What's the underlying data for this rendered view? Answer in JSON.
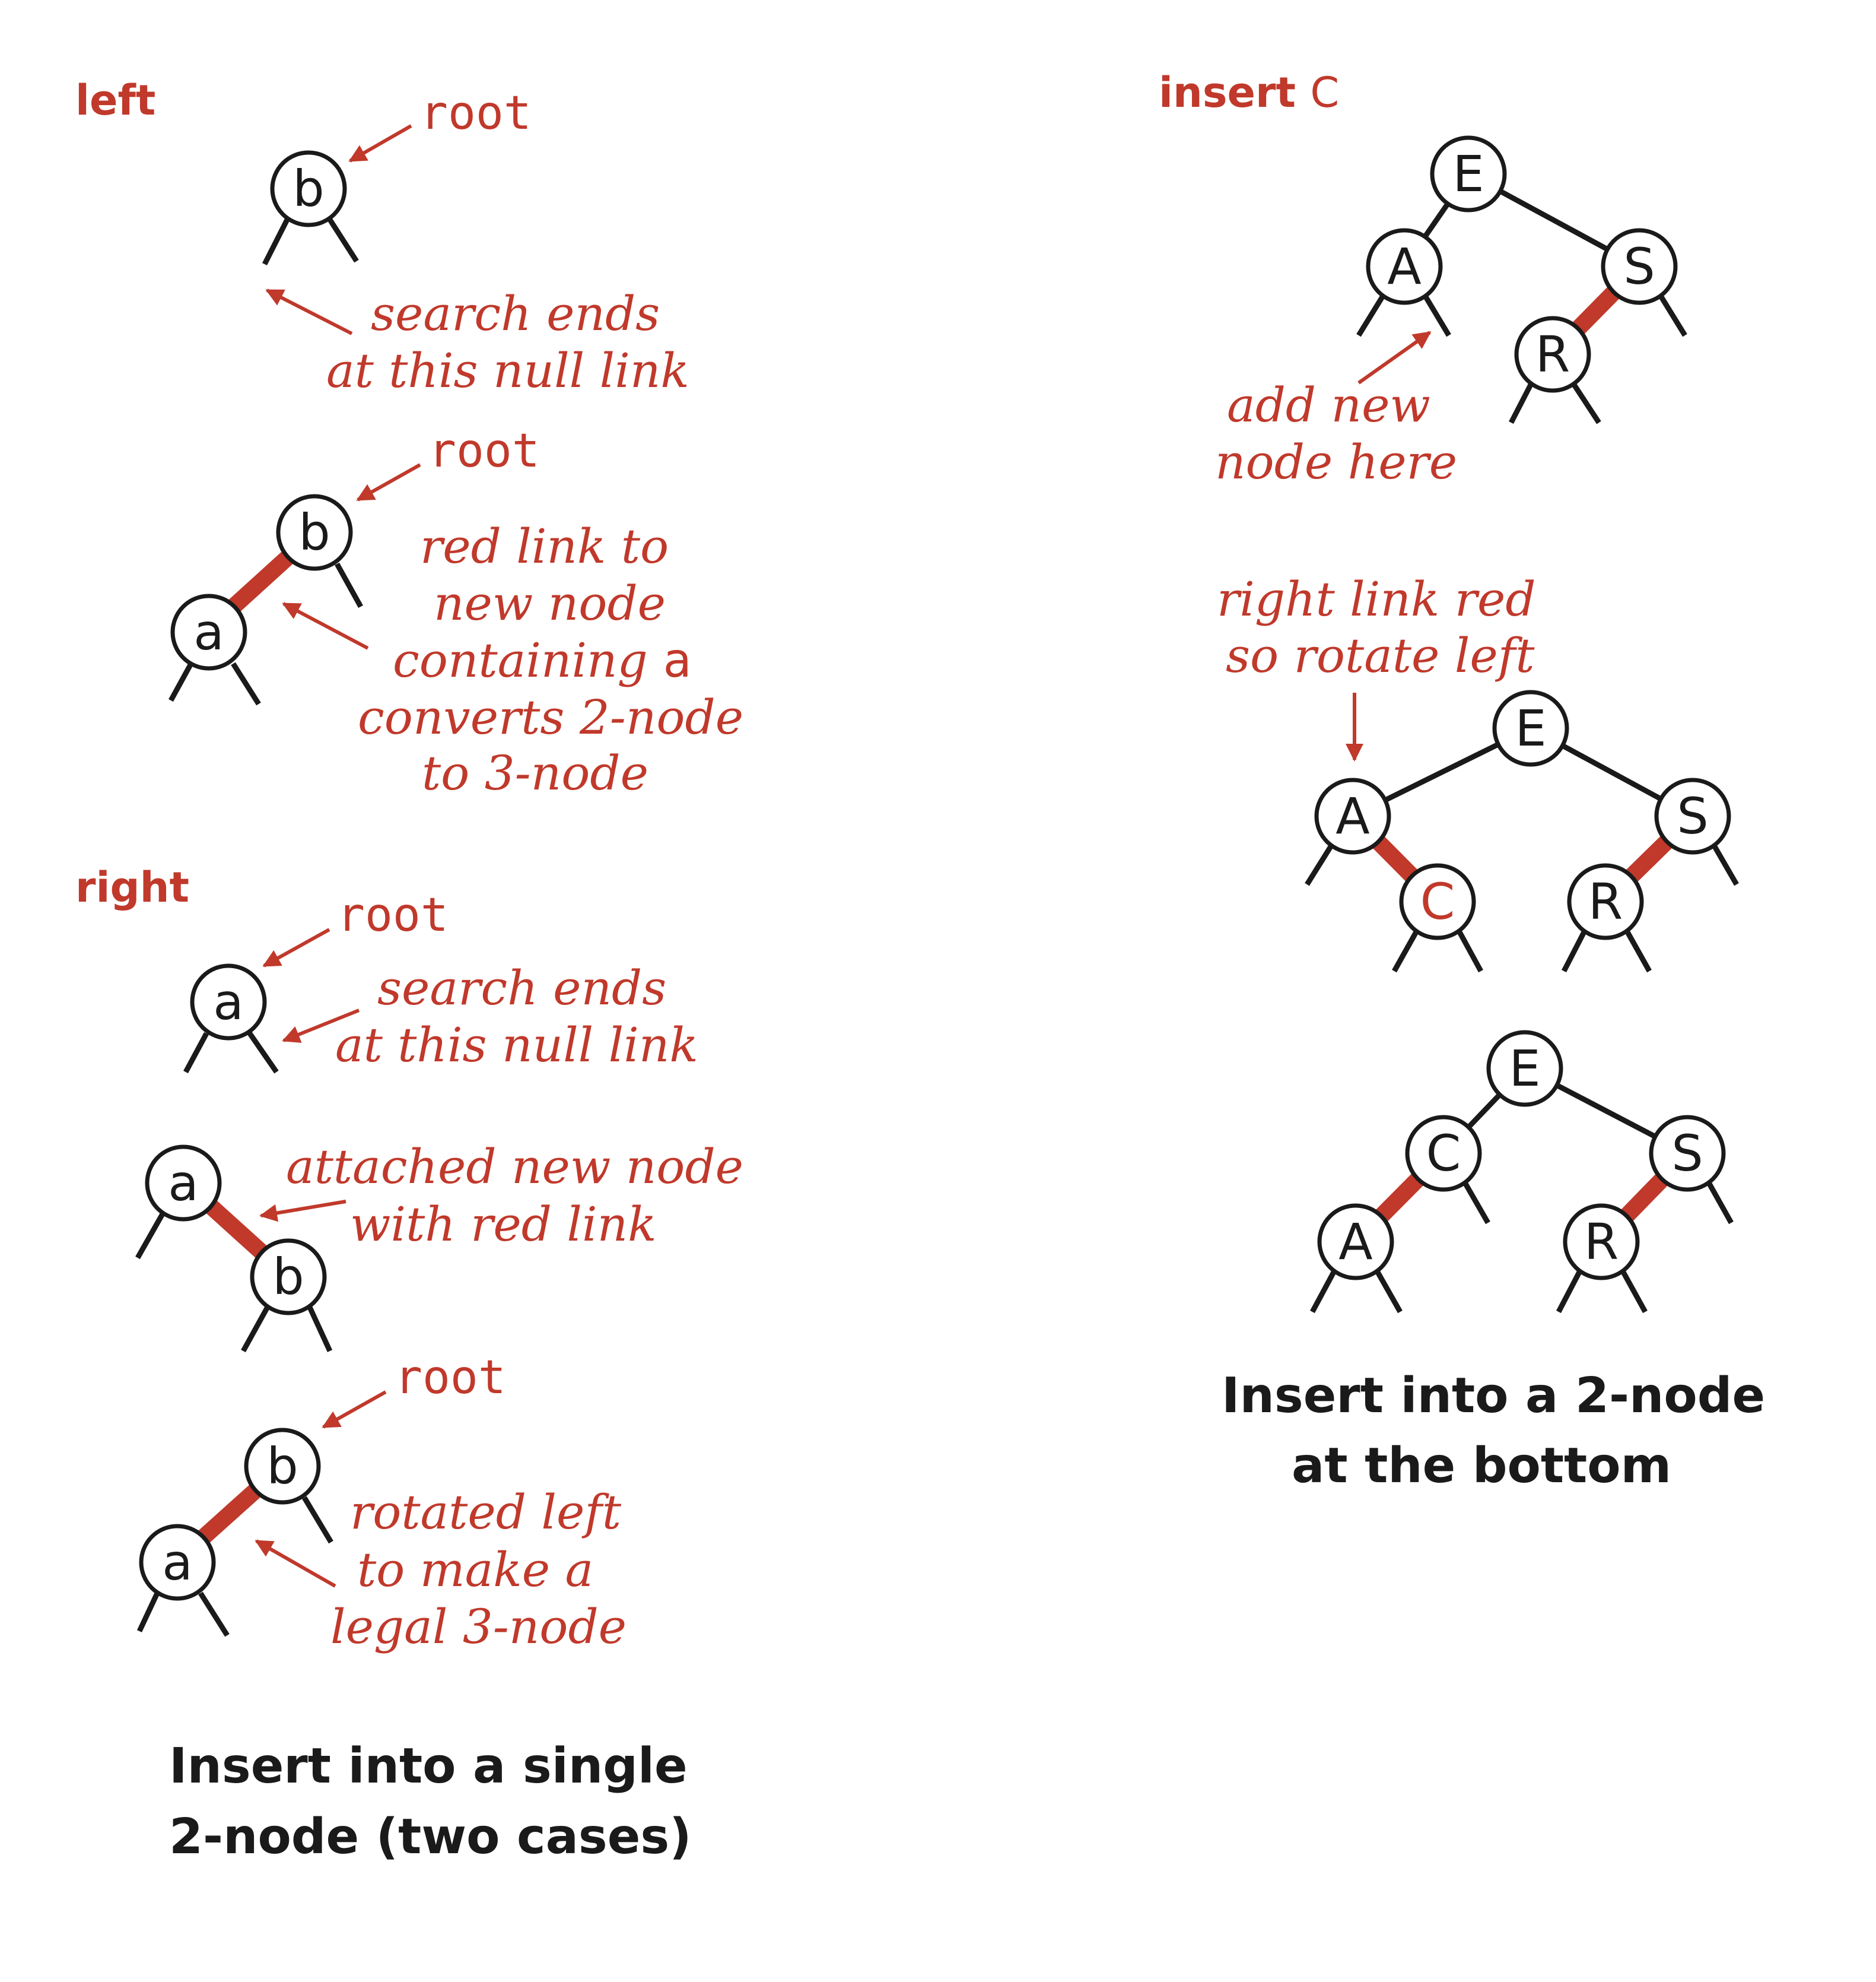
{
  "left_column": {
    "case_left_label": "left",
    "case_right_label": "right",
    "root_label": "root",
    "nodes": {
      "a": "a",
      "b": "b"
    },
    "annotations": {
      "search_ends_1": "search ends",
      "search_ends_2": "at this null link",
      "red_link_1": "red link to",
      "red_link_2": "new node",
      "red_link_3_prefix": "containing ",
      "red_link_3_code": "a",
      "red_link_4": "converts 2-node",
      "red_link_5": "to 3-node",
      "attached_1": "attached new node",
      "attached_2": "with red link",
      "rotated_1": "rotated left",
      "rotated_2": "to make a",
      "rotated_3": "legal 3-node"
    },
    "caption": [
      "Insert into a single",
      "2-node (two cases)"
    ]
  },
  "right_column": {
    "insert_prefix": "insert ",
    "insert_key": "C",
    "nodes": {
      "A": "A",
      "C": "C",
      "E": "E",
      "R": "R",
      "S": "S"
    },
    "annotations": {
      "add_new_1": "add new",
      "add_new_2": "node here",
      "right_link_1": "right link red",
      "right_link_2": "so rotate left"
    },
    "caption": [
      "Insert into a 2-node",
      "at the bottom"
    ]
  },
  "colors": {
    "red": "#c0392b",
    "ink": "#1a1a1a",
    "background": "#ffffff"
  }
}
